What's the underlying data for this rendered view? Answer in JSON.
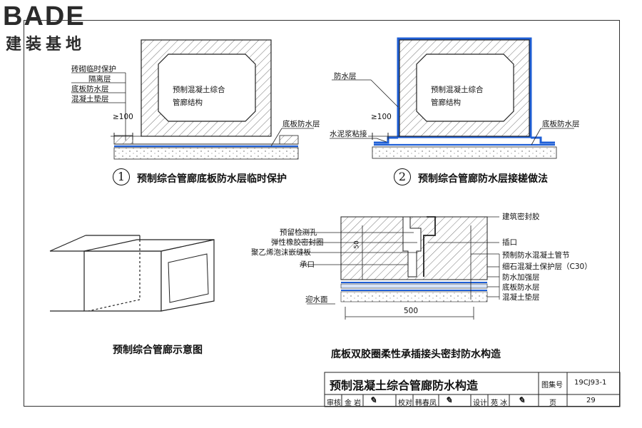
{
  "logo": {
    "brand": "BADE",
    "subtitle": "建装基地"
  },
  "detail1": {
    "number": "1",
    "caption": "预制综合管廊底板防水层临时保护",
    "inner_label": [
      "预制混凝土综合",
      "管廊结构"
    ],
    "left_labels": [
      "砖砌临时保护",
      "隔离层",
      "底板防水层",
      "混凝土垫层"
    ],
    "dim": "≥100",
    "right_label": "底板防水层"
  },
  "detail2": {
    "number": "2",
    "caption": "预制综合管廊防水层接槎做法",
    "inner_label": [
      "预制混凝土综合",
      "管廊结构"
    ],
    "left_labels": [
      "防水层",
      "水泥浆粘接"
    ],
    "dim": "≥100",
    "right_label": "底板防水层"
  },
  "detail3": {
    "caption": "预制综合管廊示意图"
  },
  "detail4": {
    "caption": "底板双胶圈柔性承插接头密封防水构造",
    "left_labels": [
      "预留检测孔",
      "弹性橡胶密封圈",
      "聚乙烯泡沫嵌缝板",
      "承口"
    ],
    "right_labels": [
      "建筑密封胶",
      "插口",
      "预制防水混凝土管节",
      "细石混凝土保护层（C30）",
      "防水加强层",
      "底板防水层",
      "混凝土垫层"
    ],
    "water_face": "迎水面",
    "dim_vertical": "50",
    "dim_bottom": "500"
  },
  "title_block": {
    "title": "预制混凝土综合管廊防水构造",
    "atlas_label": "图集号",
    "atlas_no": "19CJ93-1",
    "review_label": "审核",
    "reviewer": "金 岩",
    "check_label": "校对",
    "checker": "韩春凤",
    "design_label": "设计",
    "designer": "苑 冰",
    "page_label": "页",
    "page_no": "29"
  },
  "colors": {
    "waterproof": "#1f5fd6",
    "line": "#222222"
  }
}
